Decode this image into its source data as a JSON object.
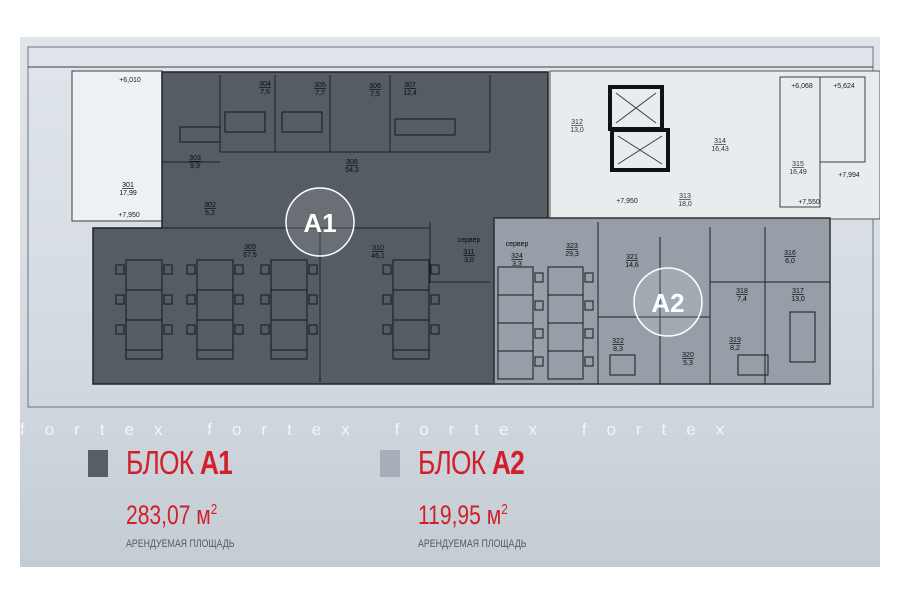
{
  "watermark": "fortex fortex fortex fortex",
  "colors": {
    "block_a1": "#50575f",
    "block_a2": "#9aa3ac",
    "accent_red": "#d11f2b"
  },
  "blocks": [
    {
      "label_prefix": "БЛОК ",
      "label_id": "A1",
      "area": "283,07 м",
      "area_unit_sup": "2",
      "caption": "АРЕНДУЕМАЯ ПЛОЩАДЬ"
    },
    {
      "label_prefix": "БЛОК ",
      "label_id": "A2",
      "area": "119,95 м",
      "area_unit_sup": "2",
      "caption": "АРЕНДУЕМАЯ ПЛОЩАДЬ"
    }
  ],
  "plan_markers": {
    "a1": "A1",
    "a2": "A2"
  },
  "rooms": [
    {
      "number": "301",
      "area": "17,99"
    },
    {
      "number": "302",
      "area": "5,2"
    },
    {
      "number": "303",
      "area": "9,9"
    },
    {
      "number": "304",
      "area": "7,6"
    },
    {
      "number": "305",
      "area": "7,7"
    },
    {
      "number": "306",
      "area": "7,5"
    },
    {
      "number": "307",
      "area": "12,4"
    },
    {
      "number": "308",
      "area": "54,3"
    },
    {
      "number": "309",
      "area": "67,5"
    },
    {
      "number": "310",
      "area": "46,1"
    },
    {
      "number": "311",
      "area": "3,0",
      "name": "сервер"
    },
    {
      "number": "312",
      "area": "13,0"
    },
    {
      "number": "313",
      "area": "18,0"
    },
    {
      "number": "314",
      "area": "16,43"
    },
    {
      "number": "315",
      "area": "16,49"
    },
    {
      "number": "316",
      "area": "6,0"
    },
    {
      "number": "317",
      "area": "13,0"
    },
    {
      "number": "318",
      "area": "7,4"
    },
    {
      "number": "319",
      "area": "8,2"
    },
    {
      "number": "320",
      "area": "5,3"
    },
    {
      "number": "321",
      "area": "14,6"
    },
    {
      "number": "322",
      "area": "8,3"
    },
    {
      "number": "323",
      "area": "29,3"
    },
    {
      "number": "324",
      "area": "3,3",
      "name": "сервер"
    }
  ],
  "levels": [
    "+6,010",
    "+7,950",
    "+6,068",
    "+5,624",
    "+7,994",
    "+7,550",
    "+7,950"
  ]
}
